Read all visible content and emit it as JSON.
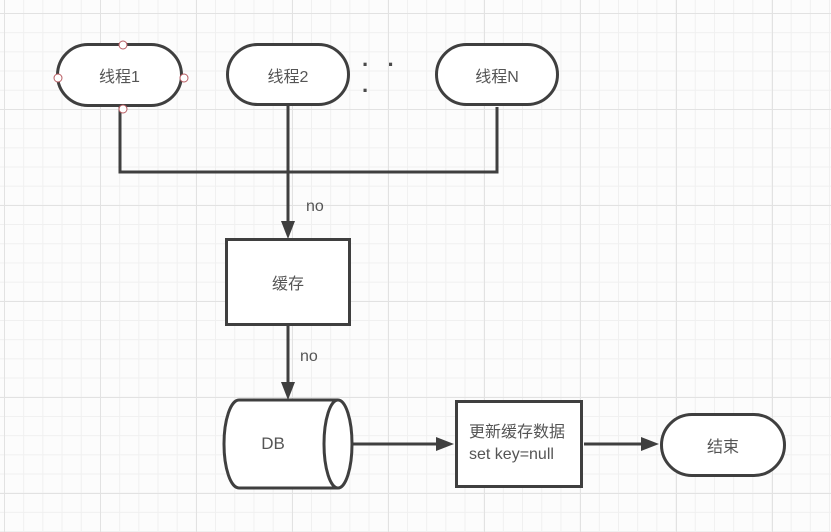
{
  "diagram": {
    "nodes": {
      "thread1": {
        "label": "线程1"
      },
      "thread2": {
        "label": "线程2"
      },
      "threadN": {
        "label": "线程N"
      },
      "dots": {
        "label": "· · ·"
      },
      "cache": {
        "label": "缓存"
      },
      "db": {
        "label": "DB"
      },
      "update": {
        "line1": "更新缓存数据",
        "line2": "set key=null"
      },
      "end": {
        "label": "结束"
      }
    },
    "edge_labels": {
      "threads_to_cache": "no",
      "cache_to_db": "no"
    },
    "colors": {
      "stroke": "#3f3f3f",
      "text": "#555555",
      "selection_handle_border": "#b85c62",
      "node_fill": "#ffffff",
      "grid_minor": "#f0f0f0",
      "grid_major": "#e2e2e2",
      "canvas_background": "#fcfcfc"
    }
  }
}
